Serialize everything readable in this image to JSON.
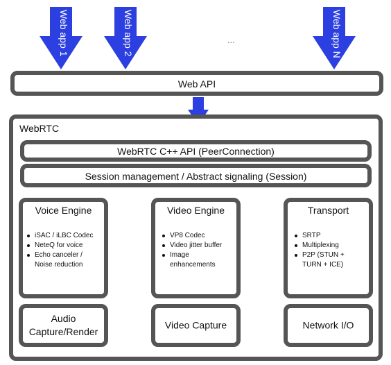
{
  "colors": {
    "arrow": "#2c3fe0",
    "border": "#555555",
    "text": "#111111"
  },
  "arrows": {
    "app1": "Web app 1",
    "app2": "Web app 2",
    "appN": "Web app N",
    "ellipsis": "..."
  },
  "web_api": {
    "label": "Web API"
  },
  "webrtc": {
    "title": "WebRTC",
    "cpp_api": "WebRTC C++ API (PeerConnection)",
    "session": "Session management / Abstract signaling (Session)",
    "voice_engine": {
      "title": "Voice Engine",
      "items": [
        "iSAC / iLBC Codec",
        "NeteQ for voice",
        "Echo canceler /",
        "Noise reduction"
      ]
    },
    "video_engine": {
      "title": "Video Engine",
      "items": [
        "VP8 Codec",
        "Video jitter buffer",
        "Image",
        "enhancements"
      ]
    },
    "transport": {
      "title": "Transport",
      "items": [
        "SRTP",
        "Multiplexing",
        "P2P (STUN +",
        "TURN + ICE)"
      ]
    },
    "audio_capture": {
      "line1": "Audio",
      "line2": "Capture/Render"
    },
    "video_capture": "Video Capture",
    "network_io": "Network I/O"
  }
}
